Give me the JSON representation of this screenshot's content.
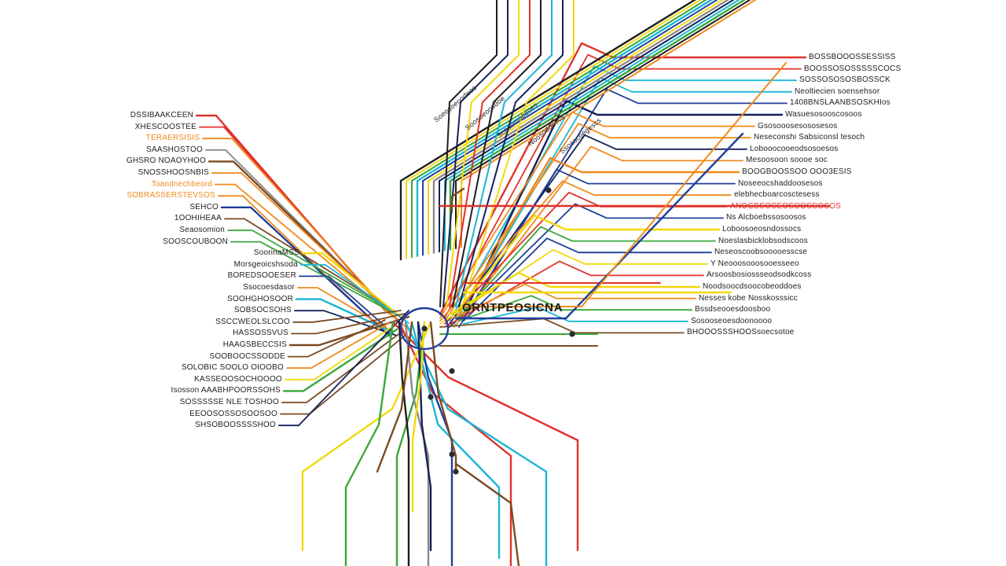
{
  "diagram": {
    "center_label": "ORNTPEOSICNA",
    "line_colors": {
      "red": "#e0322b",
      "orange": "#f08a1c",
      "yellow": "#f2d80c",
      "green": "#3aa63a",
      "cyan": "#1ab6d6",
      "blue": "#1f3f9a",
      "navy": "#14205a",
      "brown": "#7a4a22",
      "black": "#1e1e1e",
      "gray": "#8a8a8a"
    },
    "left_labels": [
      "DSSIBAAKCEEN",
      "XHESCOOSTEE",
      "TERAERSISIS",
      "SAASHOSTOO",
      "GHSRO NOAOYHOO",
      "SNOSSHOOSNBIS",
      "Toandnechbeord",
      "SOBRASSERSTEVSOS",
      "SEHCO",
      "1OOHIHEAA",
      "Seaosomion",
      "SOOSCOUBOON",
      "SoorinaMSS",
      "Morsgeoicshsoda",
      "BOREDSOOESER",
      "Ssocoesdasor",
      "SOOHGHOSOOR",
      "SOBSOCSOHS",
      "SSCCWEOLSLCOO",
      "HASSOSSVUS",
      "HAAGSBECCSIS",
      "SOOBOOCSSODDE",
      "SOLOBIC SOOLO OIOOBO",
      "KASSEOOSOCHOOOO",
      "Isosson AAABHPOORSSOHS",
      "SOSSSSSE NLE TOSHOO",
      "EEOOSOSSOSOOSOO",
      "SHSOBOOSSSSHOO"
    ],
    "right_labels": [
      "BOSSBOOOSSESSISS",
      "BOOSSOSOSSSSSCOCS",
      "SOSSOSOSOSBOSSCK",
      "Neoltiecien soensehsor",
      "1408BNSLAANBSOSKHIos",
      "Wasuesosooscosoos",
      "Gsosooosesososesos",
      "Neseconshi Sabsiconsl tesoch",
      "Lobooocooeodsosoesos",
      "Mesoosoon soooe soc",
      "BOOGBOOSSOO OOO3ESIS",
      "Noseeocshaddoosesos",
      "elebhecboarcosctesess",
      "ANOGBSOCEOSOOSCOSOS",
      "Ns Alcboebssosoosos",
      "Loboosoeosndossocs",
      "Noeslasbicklobsodscoos",
      "Neseoscoobsooooesscse",
      "Y Neooosooosooesseeo",
      "Arsoosbosiossseodsodkcoss",
      "Noodsoocdsoocobeoddoes",
      "Nesses kobe Nosskosssicc",
      "Bssdseooesdoosboo",
      "Sosooseoesdoonoooo",
      "BHOOOSSSHOOSsoecsotoe"
    ],
    "top_labels": [
      "Soeosoeoodees",
      "Soosoeoosdoe",
      "Scoaomoeeoes",
      "Noosoddoecs",
      "Ssoescoegescs"
    ]
  }
}
